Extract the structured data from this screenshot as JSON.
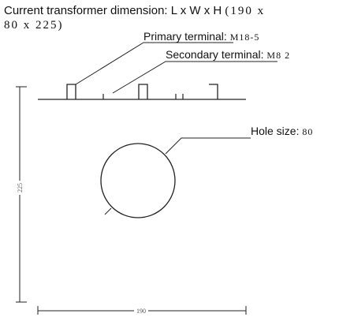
{
  "title": {
    "text": "Current transformer dimension: L x W x H",
    "dims_line1": "(190  x",
    "dims_line2": "80  x 225)"
  },
  "labels": {
    "primary_terminal": {
      "text": "Primary terminal:",
      "value": "M18-5"
    },
    "secondary_terminal": {
      "text": "Secondary terminal:",
      "value": "M8  2"
    },
    "hole_size": {
      "text": "Hole size:",
      "value": "80"
    }
  },
  "dimensions": {
    "height": "225",
    "length": "190"
  }
}
